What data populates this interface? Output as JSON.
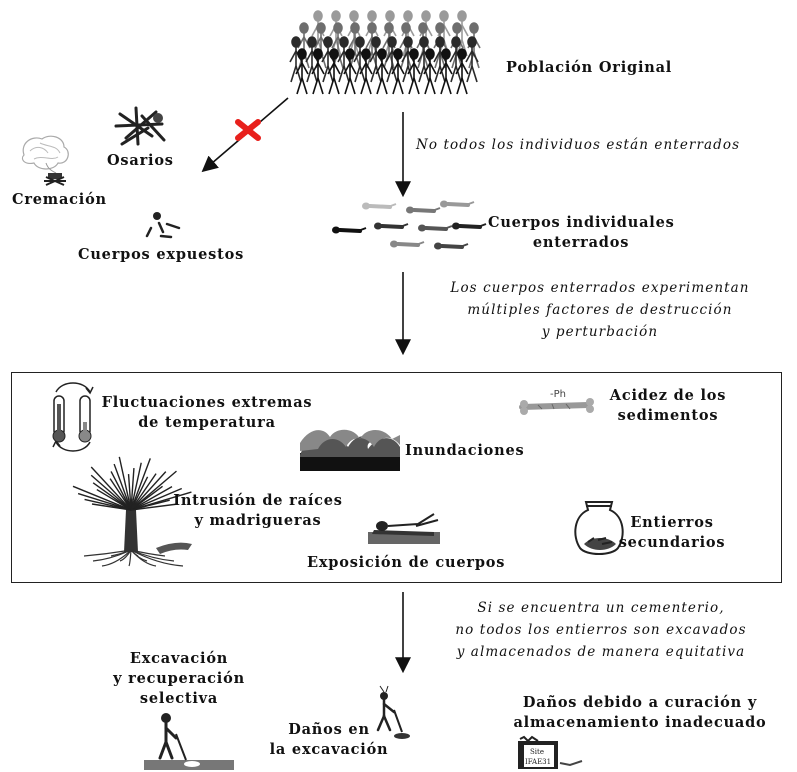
{
  "population": {
    "label": "Población Original"
  },
  "not_buried": {
    "ossuaries": "Osarios",
    "cremation": "Cremación",
    "exposed_bodies": "Cuerpos expuestos"
  },
  "arrow_notes": {
    "not_all_buried": "No todos los individuos están enterrados",
    "destruction": [
      "Los cuerpos enterrados experimentan",
      "múltiples factores de destrucción",
      "y perturbación"
    ],
    "cemetery": [
      "Si se encuentra un cementerio,",
      "no todos los entierros son excavados",
      "y almacenados de manera equitativa"
    ]
  },
  "buried": {
    "label": [
      "Cuerpos individuales",
      "enterrados"
    ]
  },
  "factors": {
    "temperature": [
      "Fluctuaciones extremas",
      "de temperatura"
    ],
    "acidity": [
      "Acidez de los",
      "sedimentos"
    ],
    "acidity_icon_text": "-Ph",
    "floods": "Inundaciones",
    "roots": [
      "Intrusión de raíces",
      "y madrigueras"
    ],
    "secondary": [
      "Entierros",
      "secundarios"
    ],
    "exposure": "Exposición de cuerpos"
  },
  "outcomes": {
    "selective": [
      "Excavación",
      "y recuperación",
      "selectiva"
    ],
    "excavation_damage": [
      "Daños en",
      "la excavación"
    ],
    "curation_damage": [
      "Daños debido a curación y",
      "almacenamiento inadecuado"
    ],
    "box_text": [
      "Site",
      "IFAE31"
    ]
  },
  "colors": {
    "x_mark": "#e8201c",
    "ink": "#111111",
    "grey": "#8a8a8a"
  }
}
